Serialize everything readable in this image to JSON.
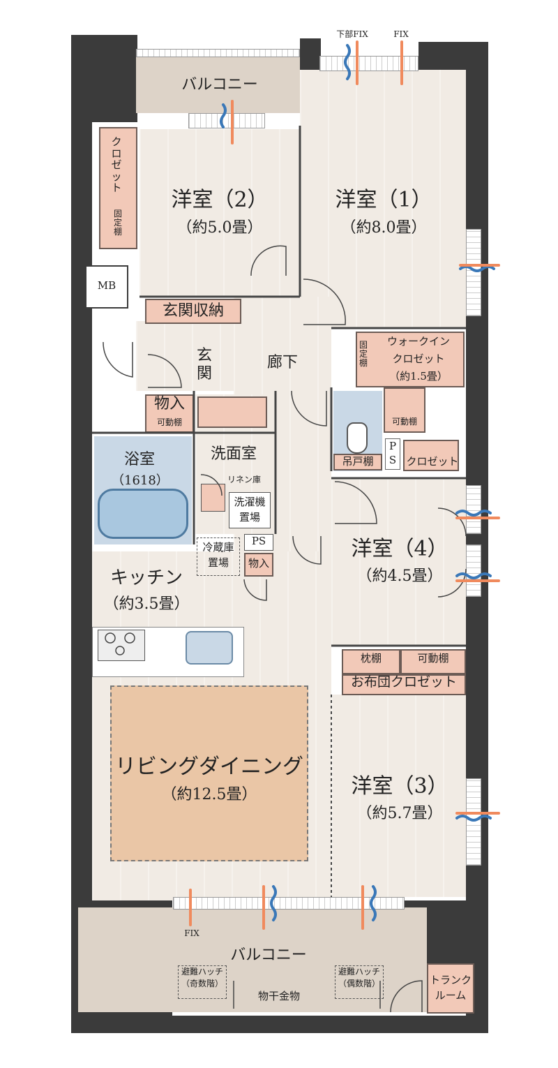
{
  "rooms": {
    "western2": {
      "name": "洋室（2）",
      "size": "（約5.0畳）"
    },
    "western1": {
      "name": "洋室（1）",
      "size": "（約8.0畳）"
    },
    "western4": {
      "name": "洋室（4）",
      "size": "（約4.5畳）"
    },
    "western3": {
      "name": "洋室（3）",
      "size": "（約5.7畳）"
    },
    "living": {
      "name": "リビングダイニング",
      "size": "（約12.5畳）"
    },
    "kitchen": {
      "name": "キッチン",
      "size": "（約3.5畳）"
    },
    "bath": {
      "name": "浴室",
      "size": "（1618）"
    },
    "washroom": {
      "name": "洗面室"
    },
    "hallway": {
      "name": "廊下"
    },
    "entrance": {
      "name": "玄関"
    }
  },
  "storage": {
    "closet2": "クロゼット",
    "fixed_shelf2": "固定棚",
    "entrance_storage": "玄関収納",
    "storage_entry": "物入",
    "movable_shelf": "可動棚",
    "walkin_line1": "ウォークイン",
    "walkin_line2": "クロゼット",
    "walkin_size": "（約1.5畳）",
    "fixed_shelf_walkin": "固定棚",
    "movable_shelf_walkin": "可動棚",
    "closet4": "クロゼット",
    "hanging_shelf": "吊戸棚",
    "linen": "リネン庫",
    "washer_line1": "洗濯機",
    "washer_line2": "置場",
    "fridge_line1": "冷蔵庫",
    "fridge_line2": "置場",
    "storage_kitchen": "物入",
    "pillow_shelf": "枕棚",
    "movable_shelf3": "可動棚",
    "futon_closet": "お布団クロゼット",
    "trunk_line1": "トランク",
    "trunk_line2": "ルーム"
  },
  "misc": {
    "mb": "MB",
    "ps_kitchen": "PS",
    "ps_toilet_p": "P",
    "ps_toilet_s": "S",
    "balcony_top": "バルコニー",
    "balcony_bottom": "バルコニー",
    "fix_bottom": "FIX",
    "fix_top_lower": "下部FIX",
    "fix_top": "FIX",
    "hatch_odd_line1": "避難ハッチ",
    "hatch_odd_line2": "（奇数階）",
    "hatch_even_line1": "避難ハッチ",
    "hatch_even_line2": "（偶数階）",
    "clothes_hanger": "物干金物"
  },
  "colors": {
    "wall": "#3b3b3b",
    "floor": "#f1ebe4",
    "storage": "#f2c9b8",
    "wet_area": "#c9d8e6",
    "living_floor": "#eac6a6",
    "air_in": "#f08a5d",
    "air_out": "#3a78b8"
  }
}
